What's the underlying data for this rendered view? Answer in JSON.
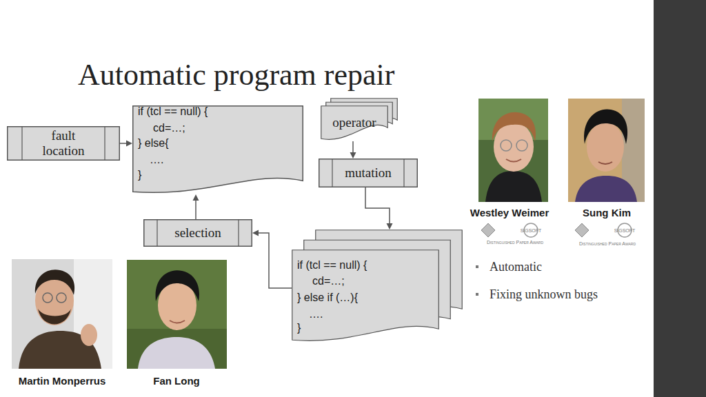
{
  "diagram": {
    "title": "Automatic program repair",
    "nodes": [
      {
        "text": [
          "fault location"
        ]
      },
      {
        "text": [
          "if (tcl == null) {",
          "cd=…;",
          "} else{",
          "….",
          "}"
        ]
      },
      {
        "text": [
          "operator"
        ]
      },
      {
        "text": [
          "mutation"
        ]
      },
      {
        "text": [
          "selection"
        ]
      },
      {
        "text": [
          "if (tcl == null) {",
          "cd=…;",
          "} else if (…){",
          "….",
          "}"
        ]
      }
    ],
    "edges": [
      {
        "from": 0,
        "to": 1,
        "arrow": "to"
      },
      {
        "from": 2,
        "to": 3,
        "arrow": "to"
      },
      {
        "from": 3,
        "to": 5,
        "arrow": "to"
      },
      {
        "from": 5,
        "to": 4,
        "arrow": "to"
      },
      {
        "from": 4,
        "to": 1,
        "arrow": "to"
      }
    ],
    "labels": [
      "Westley Weimer",
      "Sung Kim",
      "SIGSOFT",
      "Distinguished Paper Award",
      "SIGSOFT",
      "Distinguished Paper Award",
      "Automatic",
      "Fixing unknown bugs",
      "Martin Monperrus",
      "Fan Long"
    ]
  }
}
